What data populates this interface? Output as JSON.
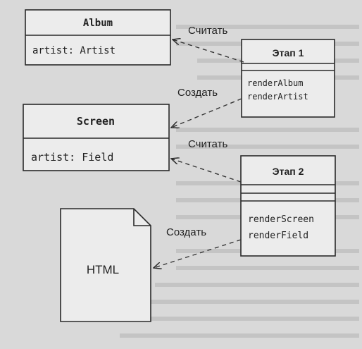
{
  "classes": {
    "album": {
      "title": "Album",
      "attribute": "artist: Artist"
    },
    "screen": {
      "title": "Screen",
      "attribute": "artist: Field"
    },
    "stage1": {
      "title": "Этап 1",
      "methods": [
        "renderAlbum",
        "renderArtist"
      ]
    },
    "stage2": {
      "title": "Этап 2",
      "methods": [
        "renderScreen",
        "renderField"
      ]
    }
  },
  "document": {
    "label": "HTML"
  },
  "arrows": {
    "read1": "Считать",
    "create1": "Создать",
    "read2": "Считать",
    "create2": "Создать"
  }
}
